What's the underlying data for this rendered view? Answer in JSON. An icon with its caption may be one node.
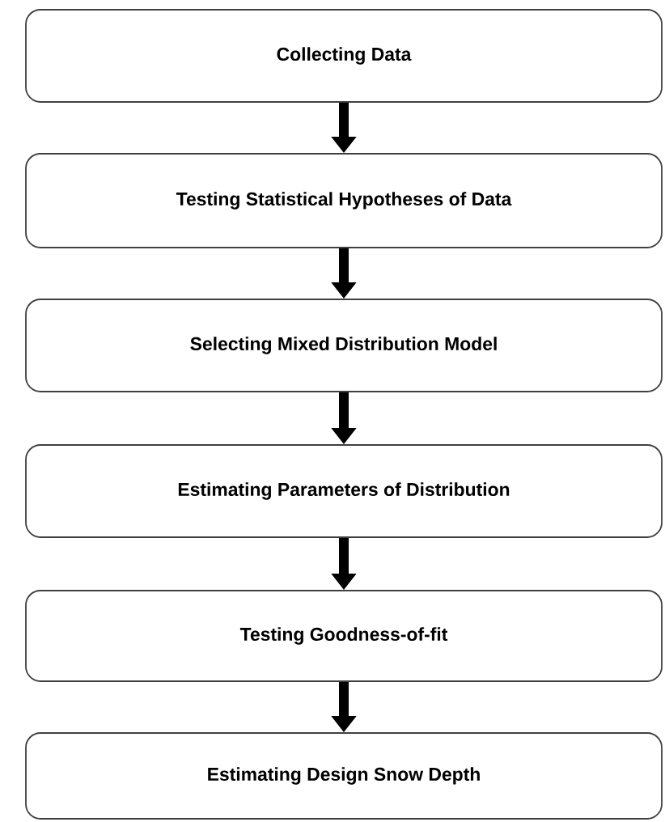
{
  "diagram": {
    "nodes": [
      {
        "text": [
          "Collecting Data"
        ]
      },
      {
        "text": [
          "Testing Statistical Hypotheses of Data"
        ]
      },
      {
        "text": [
          "Selecting Mixed Distribution Model"
        ]
      },
      {
        "text": [
          "Estimating Parameters of Distribution"
        ]
      },
      {
        "text": [
          "Testing Goodness-of-fit"
        ]
      },
      {
        "text": [
          "Estimating Design Snow Depth"
        ]
      }
    ],
    "edges": [
      {
        "from": 0,
        "to": 1,
        "arrow": "to"
      },
      {
        "from": 1,
        "to": 2,
        "arrow": "to"
      },
      {
        "from": 2,
        "to": 3,
        "arrow": "to"
      },
      {
        "from": 3,
        "to": 4,
        "arrow": "to"
      },
      {
        "from": 4,
        "to": 5,
        "arrow": "to"
      }
    ]
  }
}
